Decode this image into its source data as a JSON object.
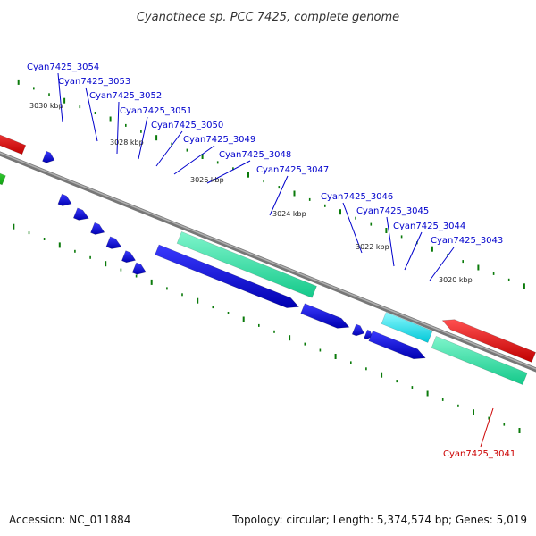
{
  "title": "Cyanothece sp. PCC 7425, complete genome",
  "footer": {
    "accession": "Accession: NC_011884",
    "summary": "Topology: circular; Length: 5,374,574 bp; Genes: 5,019"
  },
  "colors": {
    "forward_gene": "#0a0ae6",
    "reverse_green": "#27e0a0",
    "cyan_gene": "#16e6f0",
    "red_gene": "#f01010",
    "bright_green": "#22cc22",
    "tick": "#0a7a0a",
    "label_blue": "#0000cc",
    "label_red": "#cc0000",
    "backbone": "#808080"
  },
  "scale_labels": [
    "3030 kbp",
    "3028 kbp",
    "3026 kbp",
    "3024 kbp",
    "3022 kbp",
    "3020 kbp"
  ],
  "gene_labels": [
    "Cyan7425_3054",
    "Cyan7425_3053",
    "Cyan7425_3052",
    "Cyan7425_3051",
    "Cyan7425_3050",
    "Cyan7425_3049",
    "Cyan7425_3048",
    "Cyan7425_3047",
    "Cyan7425_3046",
    "Cyan7425_3045",
    "Cyan7425_3044",
    "Cyan7425_3043",
    "Cyan7425_3041"
  ]
}
